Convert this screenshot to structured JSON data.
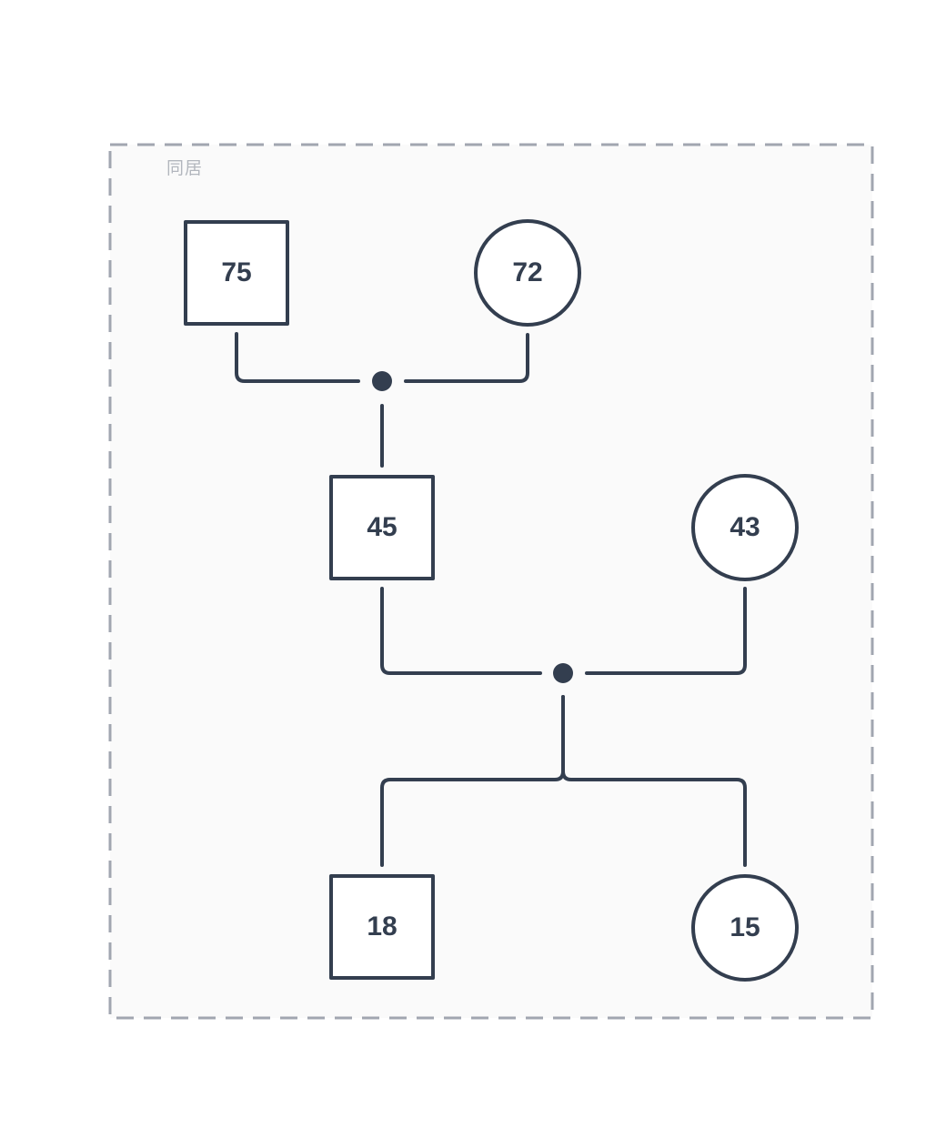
{
  "diagram": {
    "type": "family-tree-genogram",
    "group_label": "同居",
    "nodes": [
      {
        "id": "node-75",
        "shape": "square",
        "label": "75",
        "generation": 1
      },
      {
        "id": "node-72",
        "shape": "circle",
        "label": "72",
        "generation": 1
      },
      {
        "id": "node-45",
        "shape": "square",
        "label": "45",
        "generation": 2
      },
      {
        "id": "node-43",
        "shape": "circle",
        "label": "43",
        "generation": 2
      },
      {
        "id": "node-18",
        "shape": "square",
        "label": "18",
        "generation": 3
      },
      {
        "id": "node-15",
        "shape": "circle",
        "label": "15",
        "generation": 3
      }
    ],
    "unions": [
      {
        "partner_labels": [
          "75",
          "72"
        ],
        "child_labels": [
          "45"
        ]
      },
      {
        "partner_labels": [
          "45",
          "43"
        ],
        "child_labels": [
          "18",
          "15"
        ]
      }
    ]
  },
  "theme": {
    "connector_color": "#333e4f",
    "node_border_color": "#333e4f",
    "node_text_color": "#333e4f",
    "node_fill": "#ffffff",
    "group_border_color": "#a1a6b0",
    "group_fill": "#fafafa",
    "group_label_color": "#b2b6bd",
    "page_background": "#ffffff"
  }
}
